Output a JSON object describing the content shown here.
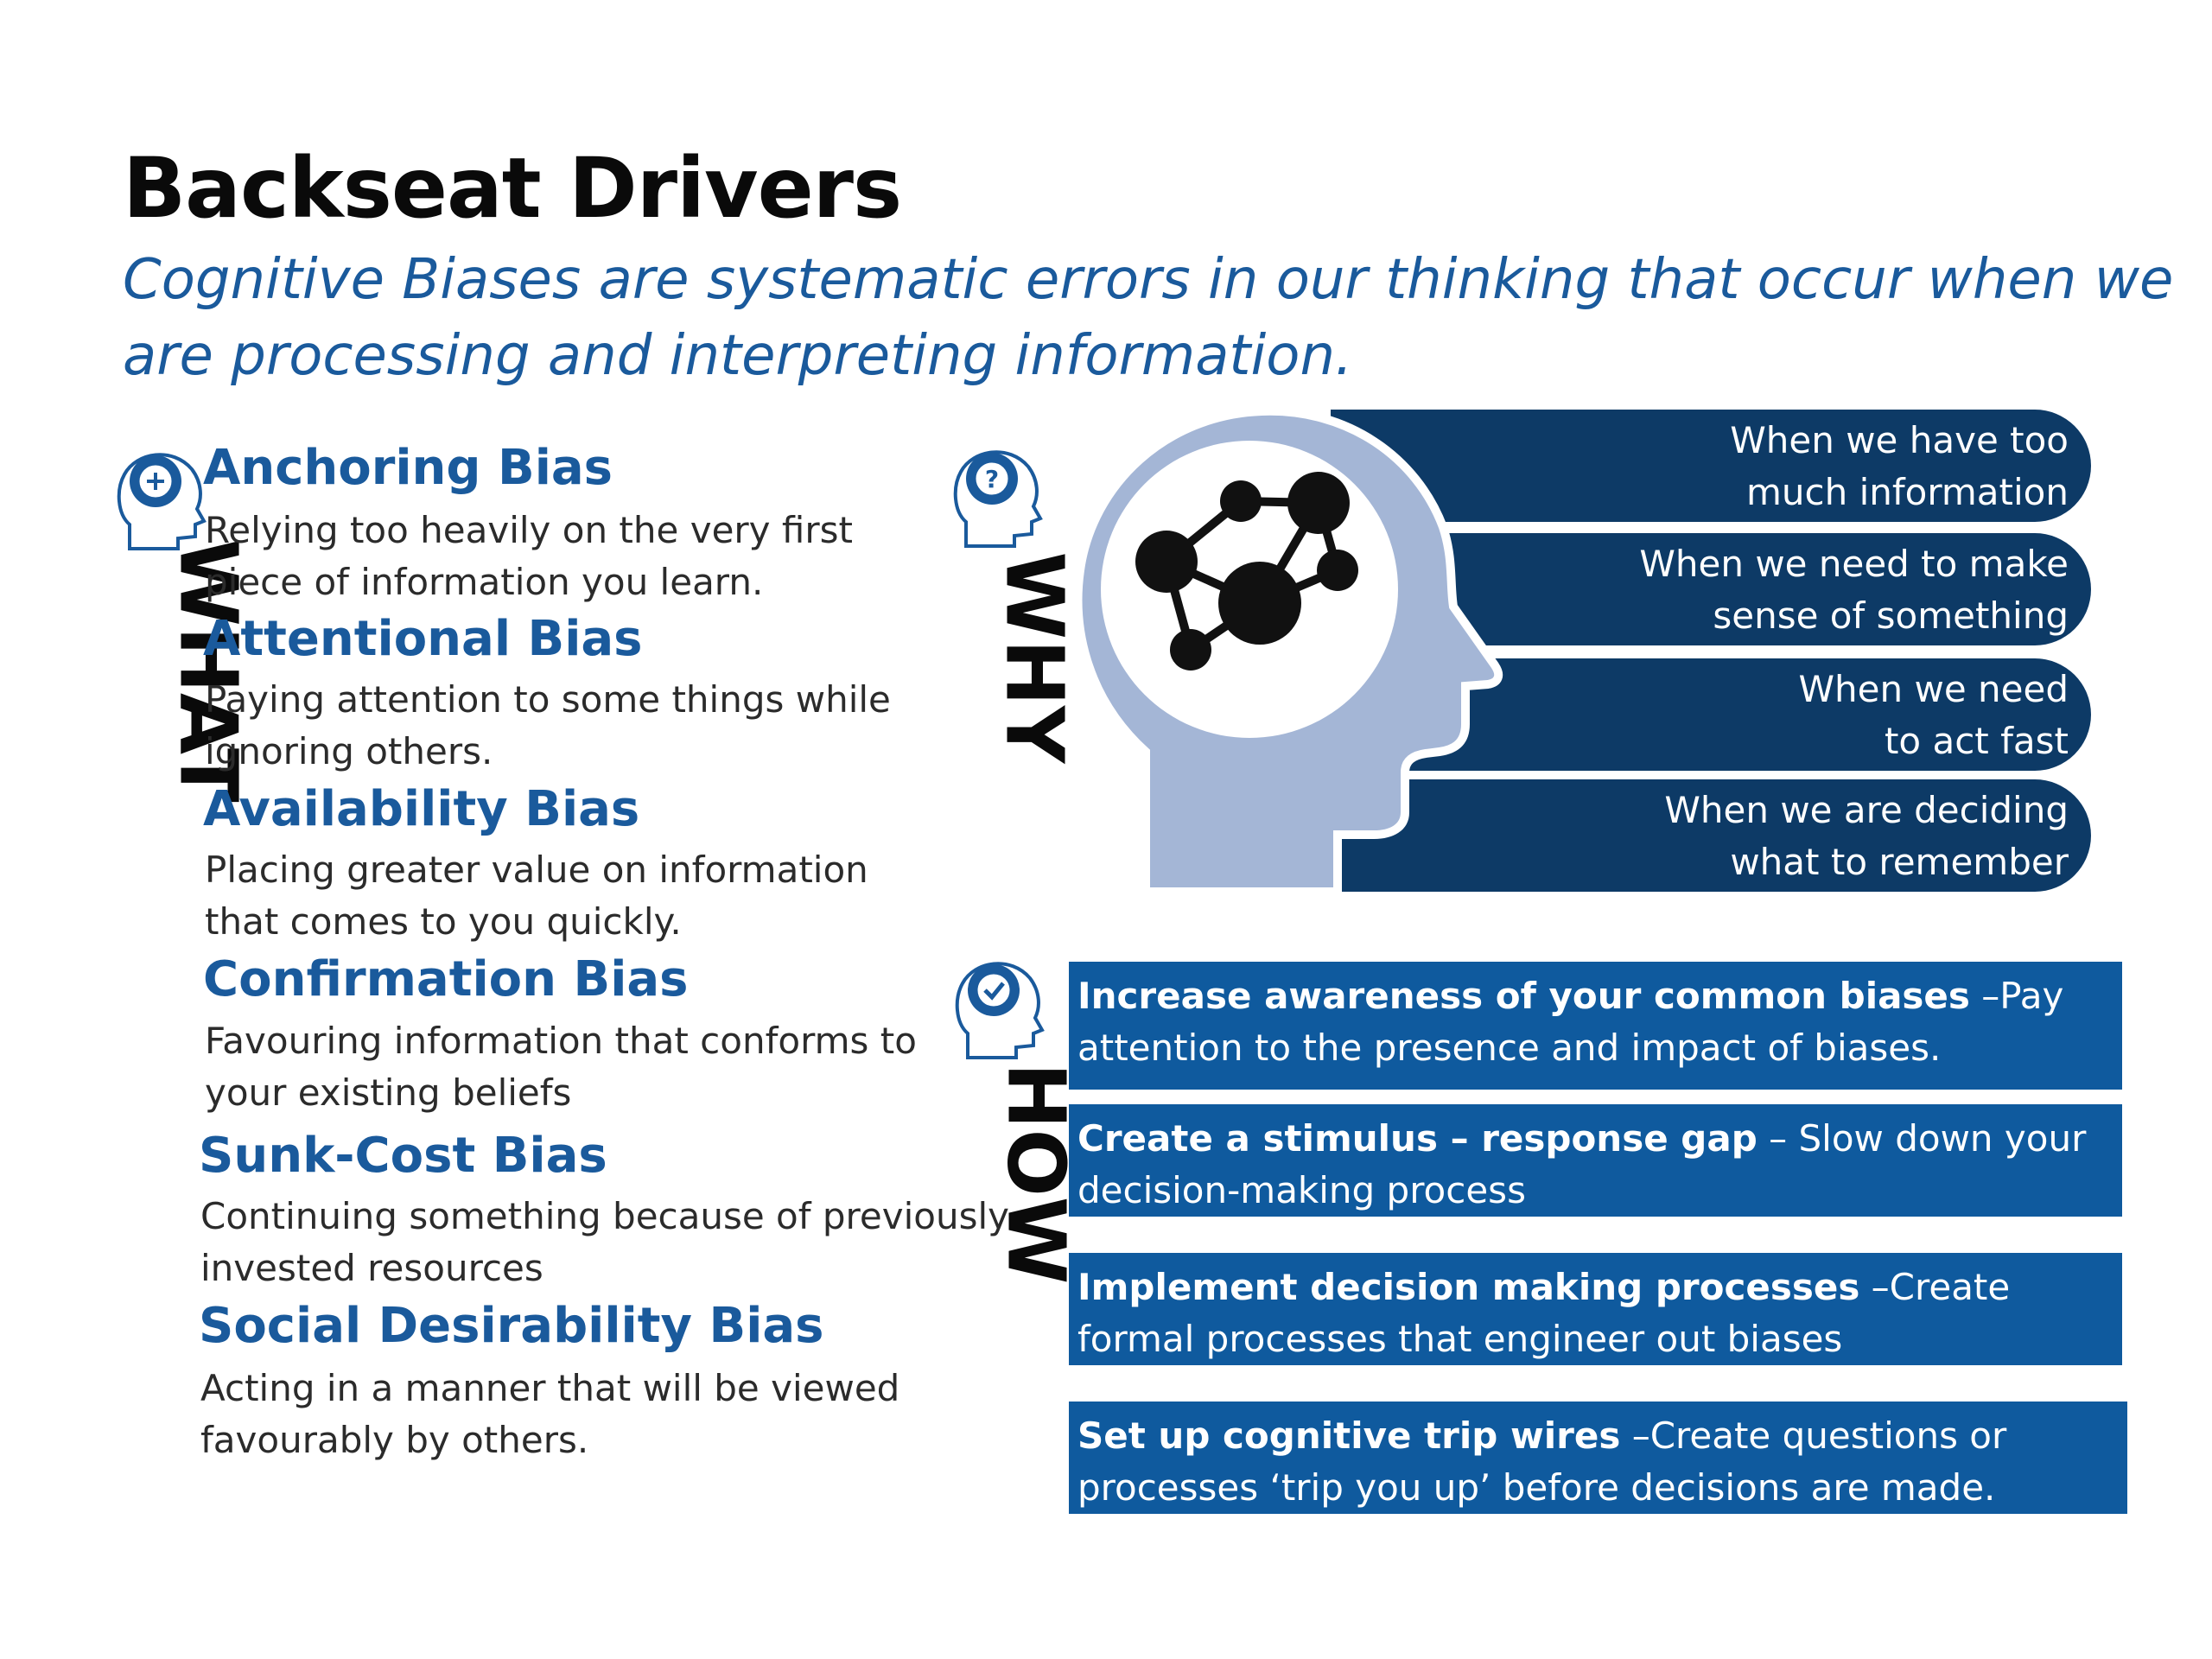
{
  "header": {
    "title": "Backseat Drivers",
    "subtitle": "Cognitive Biases are systematic errors in our thinking that occur when we are processing and interpreting information."
  },
  "what": {
    "label": "WHAT",
    "biases": [
      {
        "name": "Anchoring Bias",
        "description": "Relying too heavily on the very first piece of information you learn."
      },
      {
        "name": "Attentional Bias",
        "description": "Paying attention to some things while ignoring others."
      },
      {
        "name": "Availability Bias",
        "description": "Placing greater value on information that comes to you quickly."
      },
      {
        "name": "Confirmation Bias",
        "description": "Favouring information that conforms to your existing beliefs"
      },
      {
        "name": "Sunk-Cost Bias",
        "description": "Continuing something because of previously invested resources"
      },
      {
        "name": "Social Desirability Bias",
        "description": "Acting in a manner that will be viewed favourably by others."
      }
    ]
  },
  "why": {
    "label": "WHY",
    "reasons": [
      "When we have too much information",
      "When we need to make sense of something",
      "When we need to act fast",
      "When we are deciding what to remember"
    ]
  },
  "how": {
    "label": "HOW",
    "strategies": [
      {
        "bold": "Increase awareness of your common biases",
        "text": " –Pay attention to the presence and impact of biases."
      },
      {
        "bold": "Create a stimulus – response gap",
        "text": " – Slow down your decision-making process"
      },
      {
        "bold": "Implement decision making processes",
        "text": " –Create formal processes that engineer out biases"
      },
      {
        "bold": "Set up cognitive trip wires",
        "text": " –Create questions or processes ‘trip you up’ before decisions are made."
      }
    ]
  },
  "colors": {
    "accent_blue": "#1a5a9c",
    "why_navy": "#0d3a66",
    "how_blue": "#0f5a9e",
    "head_light": "#a4b6d6"
  },
  "icons": {
    "what": "head-plus-gear-icon",
    "why": "head-question-gear-icon",
    "how": "head-check-gear-icon",
    "brain": "molecule-network-icon"
  }
}
